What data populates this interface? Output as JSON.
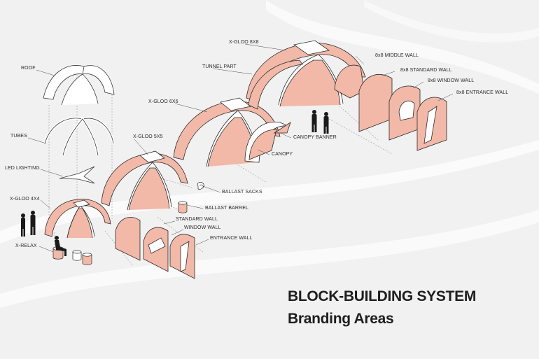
{
  "title": "BLOCK-BUILDING SYSTEM",
  "subtitle": "Branding Areas",
  "colors": {
    "background": "#f1f1f1",
    "panel_fill": "#f2b9a8",
    "panel_stroke": "#2a2a2a",
    "tube_white": "#ffffff",
    "text": "#1e1e1e"
  },
  "labels": {
    "roof": "ROOF",
    "tubes": "TUBES",
    "led_lighting": "LED LIGHTING",
    "xgloo_4x4": "X-GLOO 4X4",
    "xrelax": "X-RELAX",
    "xgloo_5x5": "X-GLOO 5X5",
    "xgloo_6x6": "X-GLOO 6X6",
    "tunnel_part": "TUNNEL PART",
    "xgloo_8x8": "X-GLOO 8X8",
    "middle_wall_8x8": "8x8 MIDDLE WALL",
    "standard_wall_8x8": "8x8 STANDARD WALL",
    "window_wall_8x8": "8x8 WINDOW WALL",
    "entrance_wall_8x8": "8x8 ENTRANCE WALL",
    "canopy_banner": "CANOPY BANNER",
    "canopy": "CANOPY",
    "ballast_sacks": "BALLAST SACKS",
    "ballast_barrel": "BALLAST BARREL",
    "standard_wall": "STANDARD WALL",
    "window_wall": "WINDOW WALL",
    "entrance_wall": "ENTRANCE WALL"
  },
  "icons": [
    "person-silhouette-icon",
    "ballast-sack-icon",
    "ballast-barrel-icon",
    "x-relax-seat-icon"
  ]
}
